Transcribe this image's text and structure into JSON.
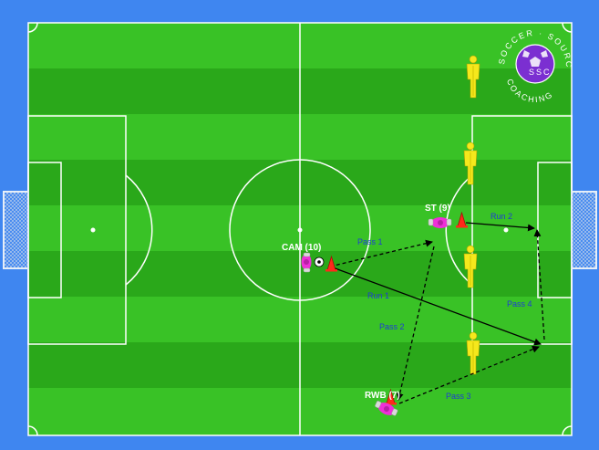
{
  "colors": {
    "background": "#3f86f0",
    "stripe_light": "#39c226",
    "stripe_dark": "#28a619",
    "line": "#ffffff",
    "player": "#ee2fd8",
    "cone": "#ff2a1a",
    "mannequin": "#f5e81c",
    "pass_text": "#1f3bd6"
  },
  "players": [
    {
      "id": "cam",
      "label": "CAM (10)"
    },
    {
      "id": "st",
      "label": "ST (9)"
    },
    {
      "id": "rwb",
      "label": "RWB (7)"
    }
  ],
  "actions": [
    {
      "id": "pass1",
      "label": "Pass 1",
      "type": "pass"
    },
    {
      "id": "run1",
      "label": "Run 1",
      "type": "run"
    },
    {
      "id": "pass2",
      "label": "Pass 2",
      "type": "pass"
    },
    {
      "id": "pass3",
      "label": "Pass 3",
      "type": "pass"
    },
    {
      "id": "pass4",
      "label": "Pass 4",
      "type": "pass"
    },
    {
      "id": "run2",
      "label": "Run 2",
      "type": "run"
    }
  ],
  "logo": {
    "top_left": "SOCCER",
    "top_right": "SOURCE",
    "bottom": "COACHING",
    "ball_text": "SSC"
  }
}
